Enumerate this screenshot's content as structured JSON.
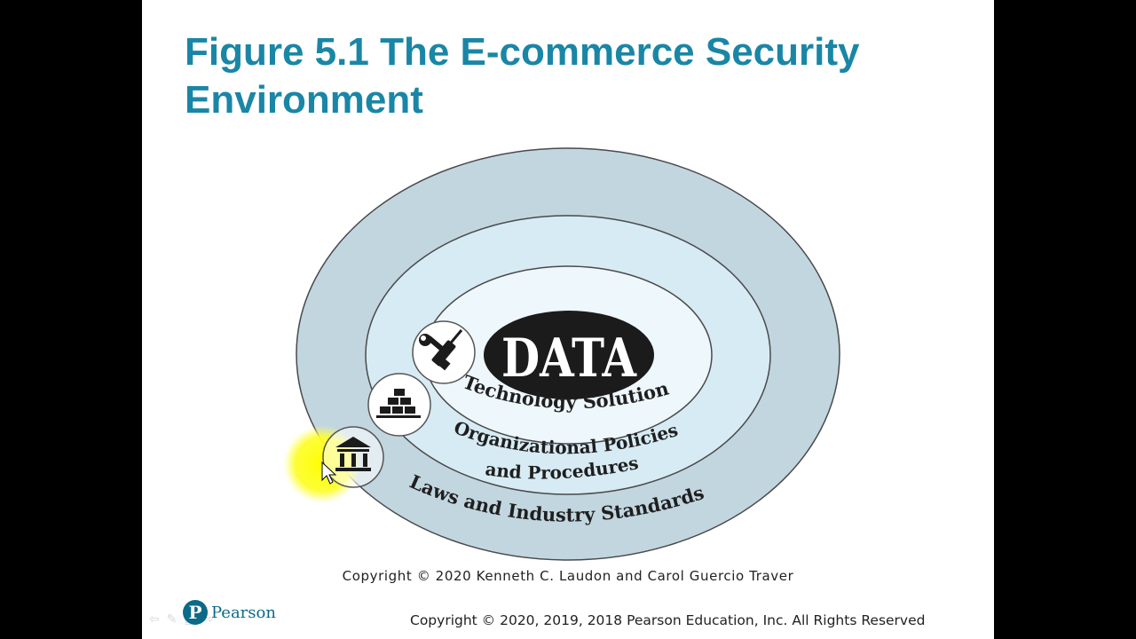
{
  "slide": {
    "title_line1": "Figure 5.1 The E-commerce Security",
    "title_line2": "Environment"
  },
  "diagram": {
    "core_label": "DATA",
    "ring_inner_label": "Technology Solutions",
    "ring_middle_label_line1": "Organizational Policies",
    "ring_middle_label_line2": "and Procedures",
    "ring_outer_label": "Laws and Industry Standards",
    "icons": [
      "tools-icon",
      "bricks-icon",
      "courthouse-icon"
    ],
    "colors": {
      "outer_ring": "#c2d6e0",
      "middle_ring": "#d7ebf4",
      "inner_ring": "#eef7fc",
      "core": "#1b1b1b",
      "title": "#1a86a6"
    }
  },
  "footer": {
    "figure_copyright": "Copyright © 2020 Kenneth C. Laudon and Carol Guercio Traver",
    "publisher_copyright": "Copyright © 2020, 2019, 2018 Pearson Education, Inc. All Rights Reserved",
    "logo_text": "Pearson",
    "logo_mark": "P"
  },
  "player": {
    "nav_icons": [
      "prev-icon",
      "pen-icon",
      "menu-icon",
      "next-icon"
    ],
    "nav_glyphs": [
      "⇦",
      "✎",
      "▤",
      "⇨"
    ]
  }
}
